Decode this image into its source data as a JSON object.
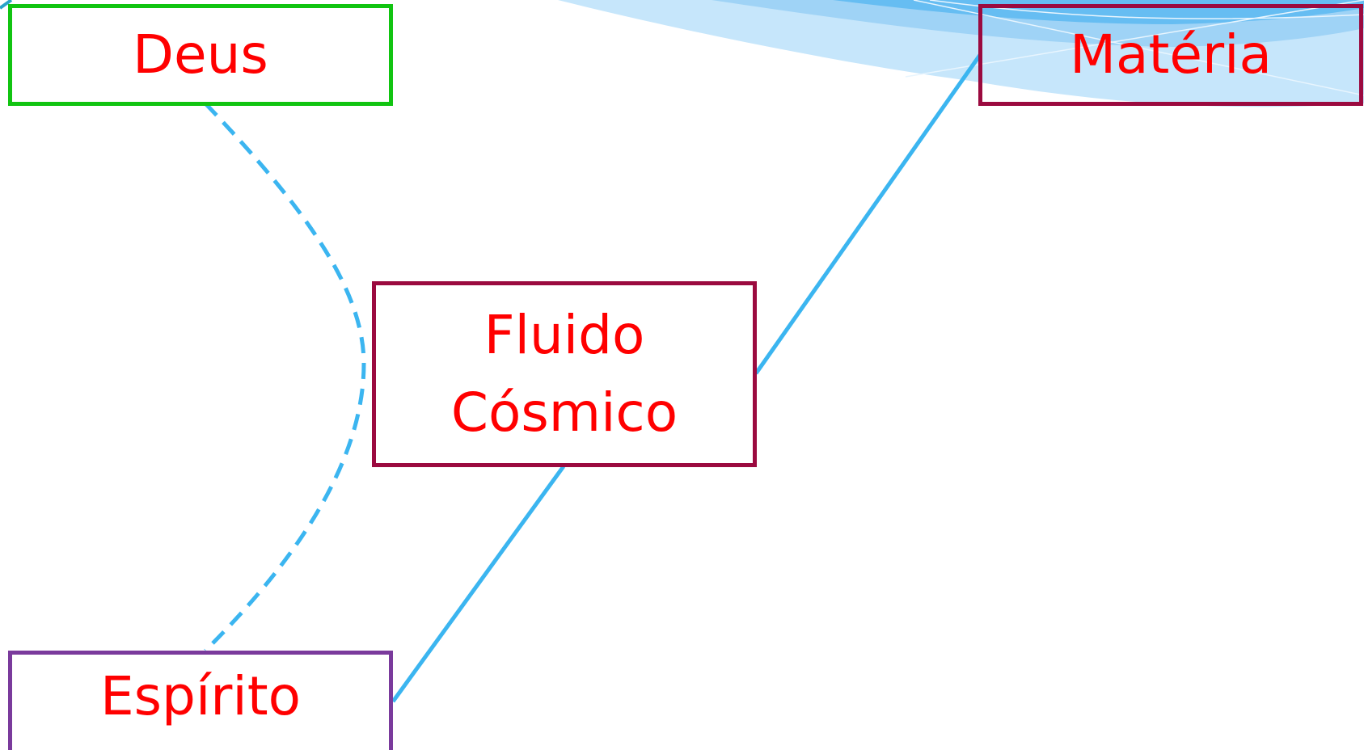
{
  "diagram": {
    "nodes": {
      "deus": {
        "label": "Deus",
        "border_color": "#11c411"
      },
      "materia": {
        "label": "Matéria",
        "border_color": "#9b0a3f"
      },
      "fluido": {
        "line1": "Fluido",
        "line2": "Cósmico",
        "border_color": "#9b0a3f"
      },
      "espirito": {
        "label": "Espírito",
        "border_color": "#7a3a9c"
      }
    },
    "edges": [
      {
        "from": "Deus",
        "to": "Espírito",
        "style": "dashed",
        "color": "#3bb5f0"
      },
      {
        "from": "Fluido Cósmico",
        "to": "Matéria",
        "style": "solid",
        "color": "#3bb5f0"
      },
      {
        "from": "Fluido Cósmico",
        "to": "Espírito",
        "style": "solid",
        "color": "#3bb5f0"
      }
    ],
    "text_color": "#ff0000",
    "decoration_color": "#bfe4fb"
  }
}
